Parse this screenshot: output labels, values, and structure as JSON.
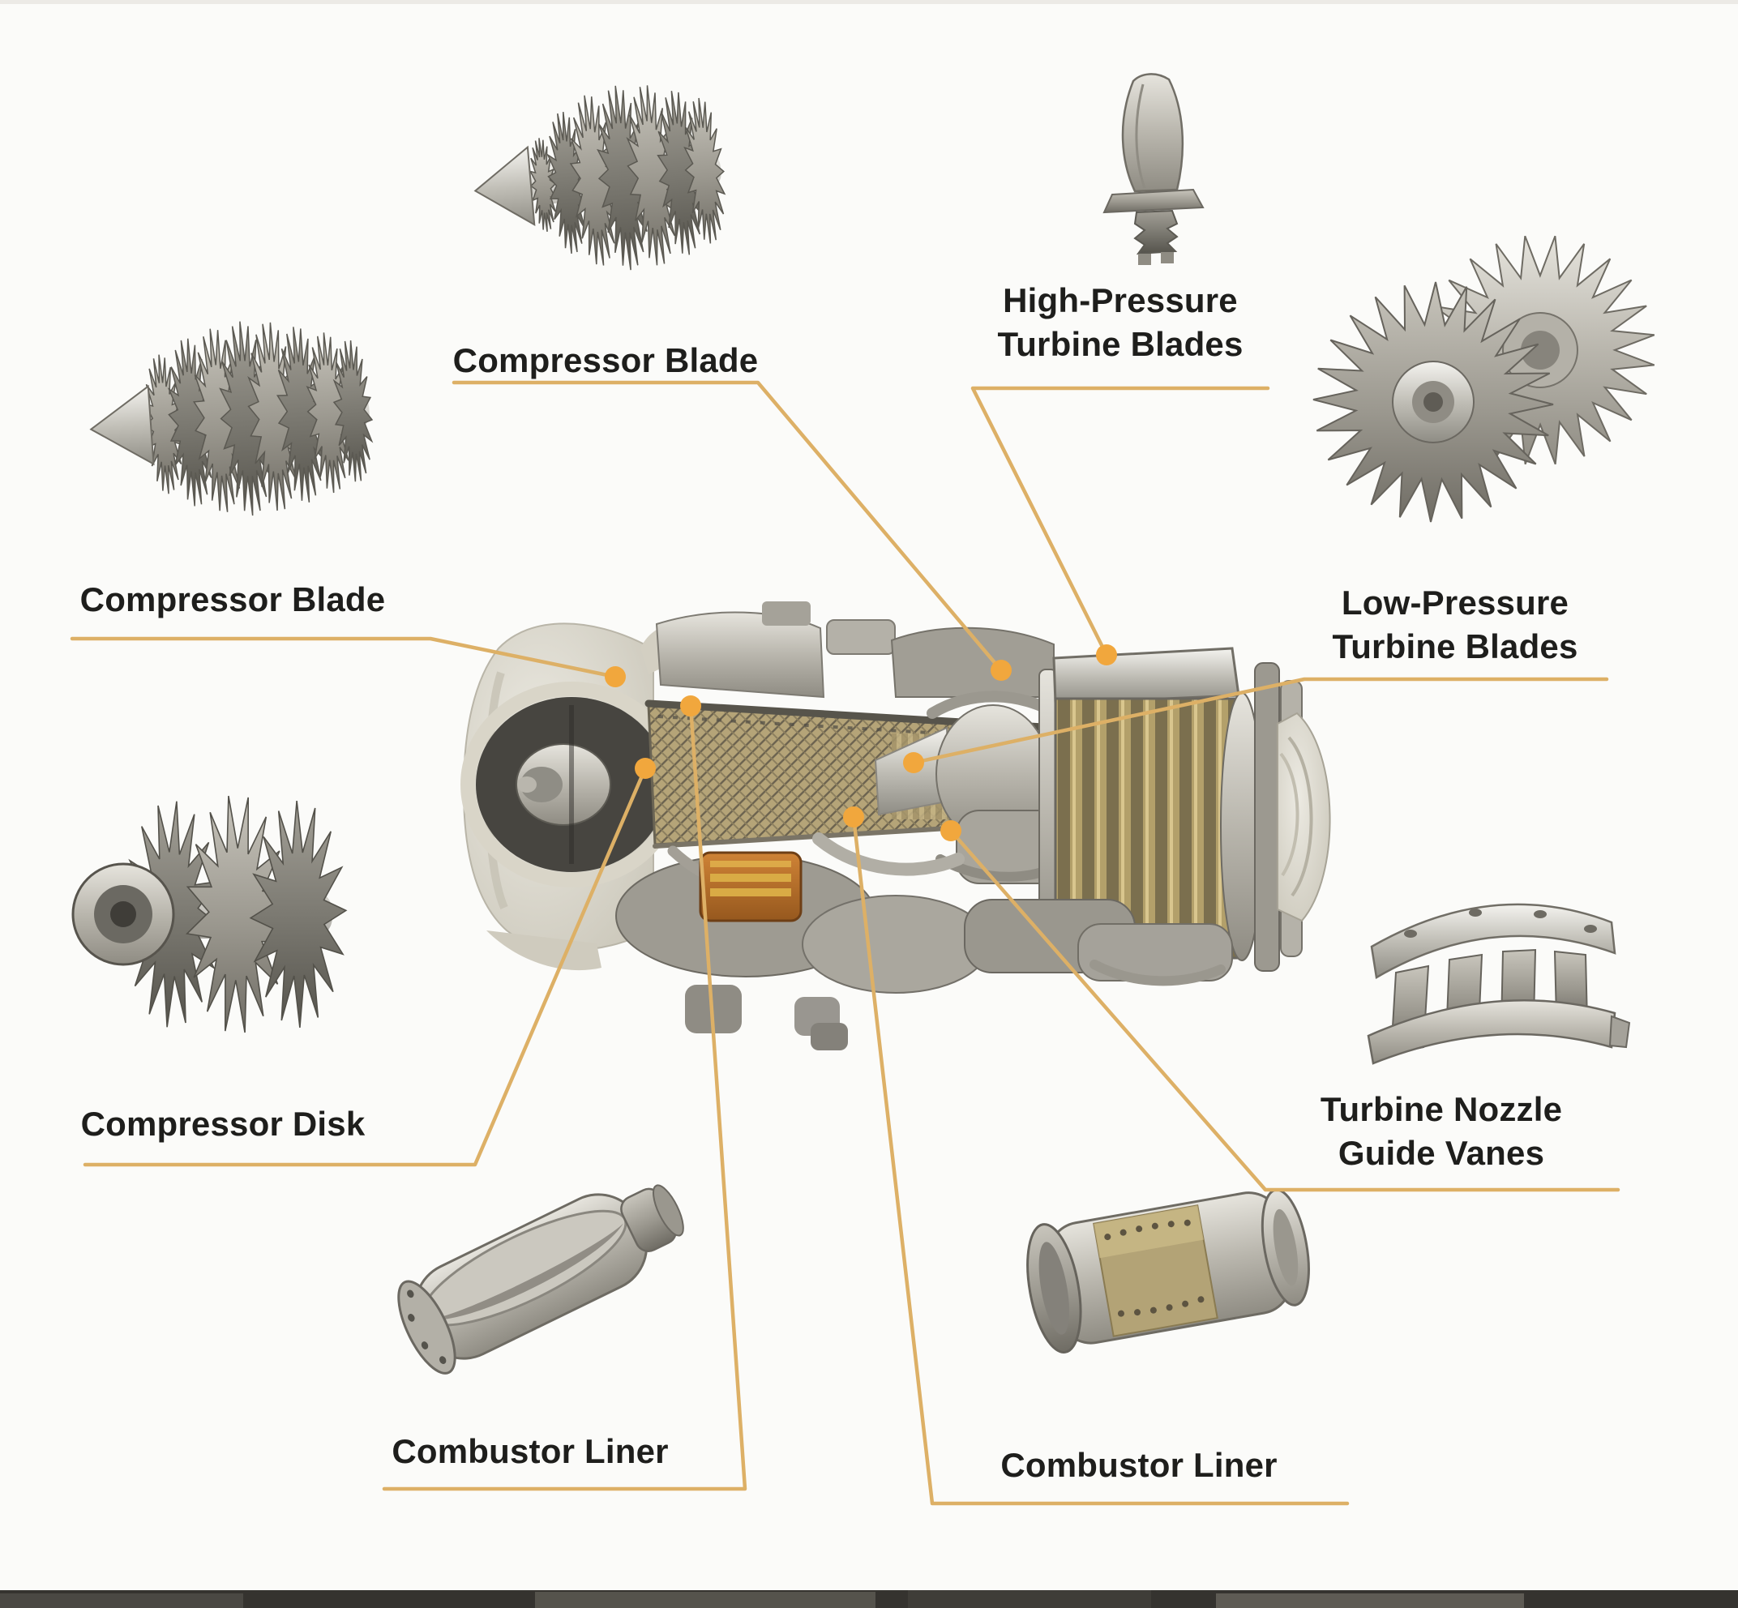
{
  "page": {
    "background": "#fbfbf9",
    "top_strip_color": "#eceae6",
    "bottom_strip_color": "#35332f"
  },
  "palette": {
    "accent_line": "#ddb066",
    "callout_dot": "#f1a73d",
    "label_text": "#1e1e1c",
    "metal_light": "#e3e1da",
    "metal_dark": "#7c7a72",
    "brass": "#b3a376",
    "copper_accessory": "#c97a2e",
    "inlet_bell": "#e7e4da"
  },
  "labels": [
    {
      "id": "compressor-blade-top",
      "lines": [
        "Compressor Blade"
      ]
    },
    {
      "id": "high-pressure-turbine-blades",
      "lines": [
        "High-Pressure",
        "Turbine Blades"
      ]
    },
    {
      "id": "compressor-blade-left",
      "lines": [
        "Compressor Blade"
      ]
    },
    {
      "id": "low-pressure-turbine-blades",
      "lines": [
        "Low-Pressure",
        "Turbine Blades"
      ]
    },
    {
      "id": "compressor-disk",
      "lines": [
        "Compressor Disk"
      ]
    },
    {
      "id": "turbine-nozzle-guide-vanes",
      "lines": [
        "Turbine Nozzle",
        "Guide Vanes"
      ]
    },
    {
      "id": "combustor-liner-left",
      "lines": [
        "Combustor Liner"
      ]
    },
    {
      "id": "combustor-liner-right",
      "lines": [
        "Combustor Liner"
      ]
    }
  ],
  "parts": [
    {
      "id": "compressor-blade-rotor-top",
      "label": "Compressor Blade"
    },
    {
      "id": "compressor-blade-rotor-left",
      "label": "Compressor Blade"
    },
    {
      "id": "compressor-disk-part",
      "label": "Compressor Disk"
    },
    {
      "id": "high-pressure-turbine-blade-part",
      "label": "High-Pressure Turbine Blades"
    },
    {
      "id": "low-pressure-turbine-wheel-part",
      "label": "Low-Pressure Turbine Blades"
    },
    {
      "id": "turbine-nozzle-guide-vanes-part",
      "label": "Turbine Nozzle Guide Vanes"
    },
    {
      "id": "combustor-liner-left-part",
      "label": "Combustor Liner"
    },
    {
      "id": "combustor-liner-right-part",
      "label": "Combustor Liner"
    },
    {
      "id": "engine-cutaway",
      "label": "Gas turbine engine cutaway"
    }
  ]
}
